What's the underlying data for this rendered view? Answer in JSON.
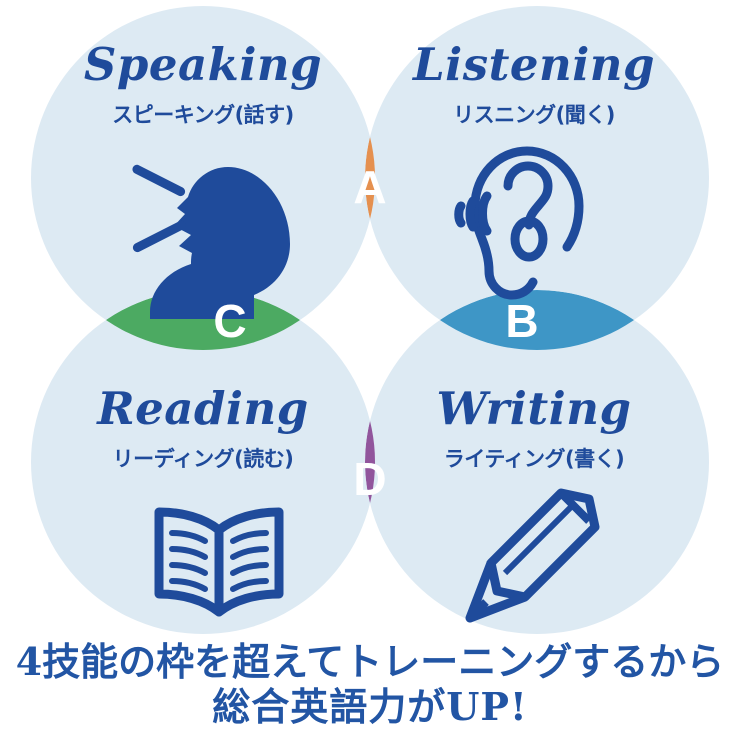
{
  "diagram": {
    "type": "venn-four-circle",
    "title_caption": {
      "line1": "4技能の枠を超えてトレーニングするから",
      "line2": "総合英語力がUP!"
    },
    "colors": {
      "circle_fill": "#DDEAF3",
      "text_blue": "#1F4B9B",
      "icon_blue": "#1F4B9B",
      "lens_a_orange": "#E5904F",
      "lens_b_blue": "#3E96C6",
      "lens_c_green": "#4CAA62",
      "lens_d_purple": "#91559C",
      "caption_blue": "#2255A4",
      "background": "#FFFFFF",
      "letter_white": "#FFFFFF"
    },
    "quadrants": [
      {
        "id": "speaking",
        "title": "Speaking",
        "kana": "スピーキング(話す)",
        "icon": "speaking-head-icon"
      },
      {
        "id": "listening",
        "title": "Listening",
        "kana": "リスニング(聞く)",
        "icon": "ear-icon"
      },
      {
        "id": "reading",
        "title": "Reading",
        "kana": "リーディング(読む)",
        "icon": "open-book-icon"
      },
      {
        "id": "writing",
        "title": "Writing",
        "kana": "ライティング(書く)",
        "icon": "pencil-icon"
      }
    ],
    "lenses": [
      {
        "id": "a",
        "label": "A",
        "color": "#E5904F",
        "between": "Speaking + Listening"
      },
      {
        "id": "b",
        "label": "B",
        "color": "#3E96C6",
        "between": "Listening + Writing"
      },
      {
        "id": "c",
        "label": "C",
        "color": "#4CAA62",
        "between": "Speaking + Reading"
      },
      {
        "id": "d",
        "label": "D",
        "color": "#91559C",
        "between": "Reading + Writing"
      }
    ]
  }
}
